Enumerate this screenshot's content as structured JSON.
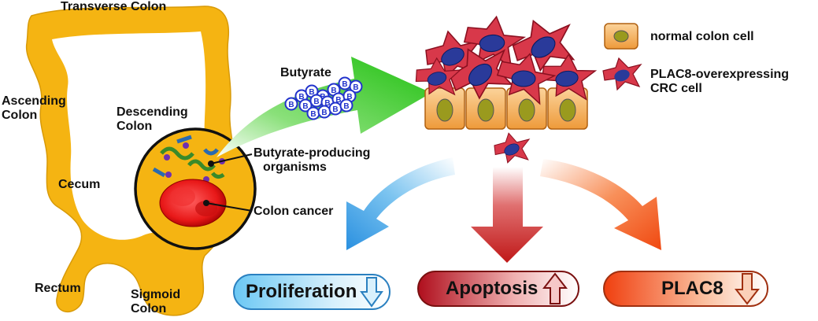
{
  "labels": {
    "transverse_colon": "Transverse Colon",
    "ascending_colon": [
      "Ascending",
      "Colon"
    ],
    "descending_colon": [
      "Descending",
      "Colon"
    ],
    "cecum": "Cecum",
    "rectum": "Rectum",
    "sigmoid_colon": [
      "Sigmoid",
      "Colon"
    ],
    "butyrate": "Butyrate",
    "butyrate_molecule": "B",
    "butyrate_producing": [
      "Butyrate-producing",
      "organisms"
    ],
    "colon_cancer": "Colon cancer"
  },
  "legend": {
    "normal_cell": "normal colon cell",
    "crc_cell": [
      "PLAC8-overexpressing",
      "CRC cell"
    ]
  },
  "outcomes": [
    {
      "label": "Proliferation",
      "direction": "down",
      "color": "#3aa3e8"
    },
    {
      "label": "Apoptosis",
      "direction": "up",
      "color": "#c8202a"
    },
    {
      "label": "PLAC8",
      "direction": "down",
      "color": "#f0501e"
    }
  ],
  "colors": {
    "colon": "#f5b412",
    "butyrate_arrow": "#2ec81e",
    "normal_cell_fill": "#f3a64a",
    "nucleus_normal": "#9a9a1e",
    "crc_cell_fill": "#d8384a",
    "crc_nucleus": "#2a3a9a",
    "molecule": "#2233cc"
  }
}
